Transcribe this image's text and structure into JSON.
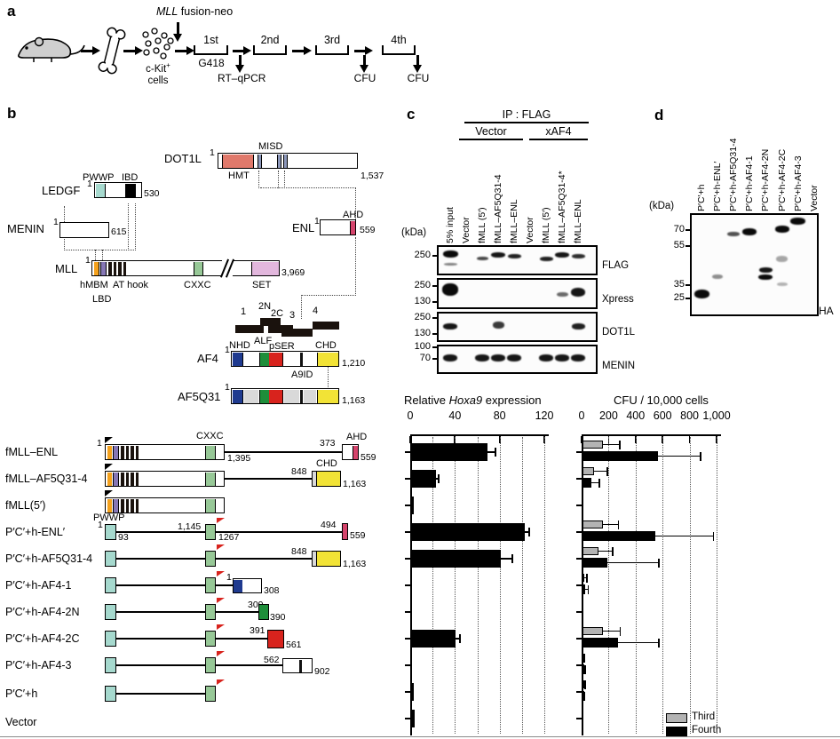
{
  "colors": {
    "hmt": "#e0796b",
    "misd": "#8d98bb",
    "pwwp": "#a6d9ce",
    "ibd": "#000000",
    "ahd": "#d5446c",
    "hmbm": "#f4a11d",
    "lbd": "#8677b5",
    "cxxc": "#97c897",
    "set": "#e2b7dd",
    "nhd": "#1f3a8f",
    "alf": "#1e8e3a",
    "pser": "#d8231d",
    "chd": "#f2e336",
    "af5_gray": "#d9d9d9",
    "third_gray": "#b3b3b3",
    "fourth_black": "#000000",
    "mouse_gray": "#cfcfcf"
  },
  "panel_a": {
    "label": "a",
    "mll_fusion": {
      "italic": "MLL",
      "rest": " fusion-neo"
    },
    "ckit": {
      "base": "c-Kit",
      "sup": "+",
      "line2": "cells"
    },
    "g418": "G418",
    "rtqpcr": "RT–qPCR",
    "passages": [
      "1st",
      "2nd",
      "3rd",
      "4th"
    ],
    "cfu1": "CFU",
    "cfu2": "CFU"
  },
  "panel_b": {
    "label": "b",
    "proteins": {
      "dot1l": {
        "name": "DOT1L",
        "start": "1",
        "end": "1,537",
        "misd": "MISD",
        "hmt": "HMT"
      },
      "ledgf": {
        "name": "LEDGF",
        "start": "1",
        "end": "530",
        "pwwp": "PWWP",
        "ibd": "IBD"
      },
      "menin": {
        "name": "MENIN",
        "start": "1",
        "end": "615"
      },
      "enl": {
        "name": "ENL",
        "start": "1",
        "end": "559",
        "ahd": "AHD"
      },
      "mll": {
        "name": "MLL",
        "start": "1",
        "end": "3,969",
        "hmbm": "hMBM",
        "lbd": "LBD",
        "at_hook": "AT hook",
        "cxxc": "CXXC",
        "set": "SET"
      },
      "af4": {
        "name": "AF4",
        "start": "1",
        "end": "1,210",
        "nhd": "NHD",
        "alf": "ALF",
        "pser": "pSER",
        "chd": "CHD",
        "a9id": "A9ID",
        "segments": [
          "1",
          "2N",
          "2C",
          "3",
          "4"
        ]
      },
      "af5q31": {
        "name": "AF5Q31",
        "start": "1",
        "end": "1,163"
      }
    },
    "constructs": [
      {
        "label": "fMLL–ENL",
        "cxxc": "CXXC",
        "n1": "1",
        "n2": "1,395",
        "n3": "373",
        "n4": "559",
        "ahd": "AHD"
      },
      {
        "label": "fMLL–AF5Q31-4",
        "n1": "848",
        "n2": "1,163",
        "chd": "CHD"
      },
      {
        "label": "fMLL(5′)"
      },
      {
        "label": "P′C′+h-ENL′",
        "pwwp": "PWWP",
        "n1": "1",
        "n2": "93",
        "n3": "1,145",
        "n4": "1267",
        "n5": "494",
        "n6": "559"
      },
      {
        "label": "P′C′+h-AF5Q31-4",
        "n1": "848",
        "n2": "1,163"
      },
      {
        "label": "P′C′+h-AF4-1",
        "n1": "1",
        "n2": "308"
      },
      {
        "label": "P′C′+h-AF4-2N",
        "n1": "309",
        "n2": "390"
      },
      {
        "label": "P′C′+h-AF4-2C",
        "n1": "391",
        "n2": "561"
      },
      {
        "label": "P′C′+h-AF4-3",
        "n1": "562",
        "n2": "902"
      },
      {
        "label": "P′C′+h"
      },
      {
        "label": "Vector"
      }
    ]
  },
  "panel_c": {
    "label": "c",
    "ip_title": "IP : FLAG",
    "group1": "Vector",
    "group2": "xAF4",
    "kda": "(kDa)",
    "lanes": [
      "5% input",
      "Vector",
      "fMLL (5′)",
      "fMLL–AF5Q31-4",
      "fMLL–ENL",
      "Vector",
      "fMLL (5′)",
      "fMLL–AF5Q31-4*",
      "fMLL–ENL"
    ],
    "blots": [
      {
        "name": "FLAG",
        "markers": [
          "250"
        ]
      },
      {
        "name": "Xpress",
        "markers": [
          "250",
          "130"
        ]
      },
      {
        "name": "DOT1L",
        "markers": [
          "250",
          "130"
        ]
      },
      {
        "name": "MENIN",
        "markers": [
          "100",
          "70"
        ]
      }
    ]
  },
  "panel_d": {
    "label": "d",
    "kda": "(kDa)",
    "lanes": [
      "P′C′+h",
      "P′C′+h-ENL′",
      "P′C′+h-AF5Q31-4",
      "P′C′+h-AF4-1",
      "P′C′+h-AF4-2N",
      "P′C′+h-AF4-2C",
      "P′C′+h-AF4-3",
      "Vector"
    ],
    "markers": [
      "70",
      "55",
      "35",
      "25"
    ],
    "antibody": "HA"
  },
  "chart_data": [
    {
      "type": "bar",
      "orientation": "horizontal",
      "title": "Relative Hoxa9 expression",
      "title_parts": [
        "Relative ",
        "Hoxa9",
        " expression"
      ],
      "categories": [
        "fMLL–ENL",
        "fMLL–AF5Q31-4",
        "fMLL(5′)",
        "P′C′+h-ENL′",
        "P′C′+h-AF5Q31-4",
        "P′C′+h-AF4-1",
        "P′C′+h-AF4-2N",
        "P′C′+h-AF4-2C",
        "P′C′+h-AF4-3",
        "P′C′+h",
        "Vector"
      ],
      "values": [
        68,
        22,
        2,
        102,
        80,
        1,
        0.5,
        40,
        1,
        2.5,
        3
      ],
      "errors": [
        7,
        2,
        0,
        3,
        10,
        0,
        0,
        3,
        0,
        0,
        0
      ],
      "xlim": [
        0,
        120
      ],
      "xticks": [
        0,
        40,
        80,
        120
      ],
      "xtick_labels": [
        "0",
        "40",
        "80",
        "120"
      ],
      "gridline_step": 20,
      "bar_color": "#000000",
      "grid": "dotted"
    },
    {
      "type": "bar",
      "orientation": "horizontal",
      "title": "CFU / 10,000 cells",
      "categories": [
        "fMLL–ENL",
        "fMLL–AF5Q31-4",
        "fMLL(5′)",
        "P′C′+h-ENL′",
        "P′C′+h-AF5Q31-4",
        "P′C′+h-AF4-1",
        "P′C′+h-AF4-2N",
        "P′C′+h-AF4-2C",
        "P′C′+h-AF4-3",
        "P′C′+h",
        "Vector"
      ],
      "series": [
        {
          "name": "Third",
          "color": "#b3b3b3",
          "values": [
            150,
            85,
            0,
            150,
            120,
            15,
            0,
            150,
            5,
            8,
            0
          ],
          "errors": [
            120,
            95,
            0,
            110,
            100,
            12,
            0,
            125,
            4,
            6,
            0
          ]
        },
        {
          "name": "Fourth",
          "color": "#000000",
          "values": [
            560,
            65,
            0,
            540,
            185,
            20,
            0,
            260,
            8,
            5,
            0
          ],
          "errors": [
            310,
            55,
            0,
            425,
            375,
            18,
            0,
            300,
            6,
            4,
            0
          ]
        }
      ],
      "xlim": [
        0,
        1000
      ],
      "xticks": [
        0,
        200,
        400,
        600,
        800,
        1000
      ],
      "xtick_labels": [
        "0",
        "200",
        "400",
        "600",
        "800",
        "1,000"
      ],
      "gridline_step": 200,
      "legend": [
        "Third",
        "Fourth"
      ],
      "legend_position": "bottom-right",
      "grid": "dotted"
    }
  ]
}
